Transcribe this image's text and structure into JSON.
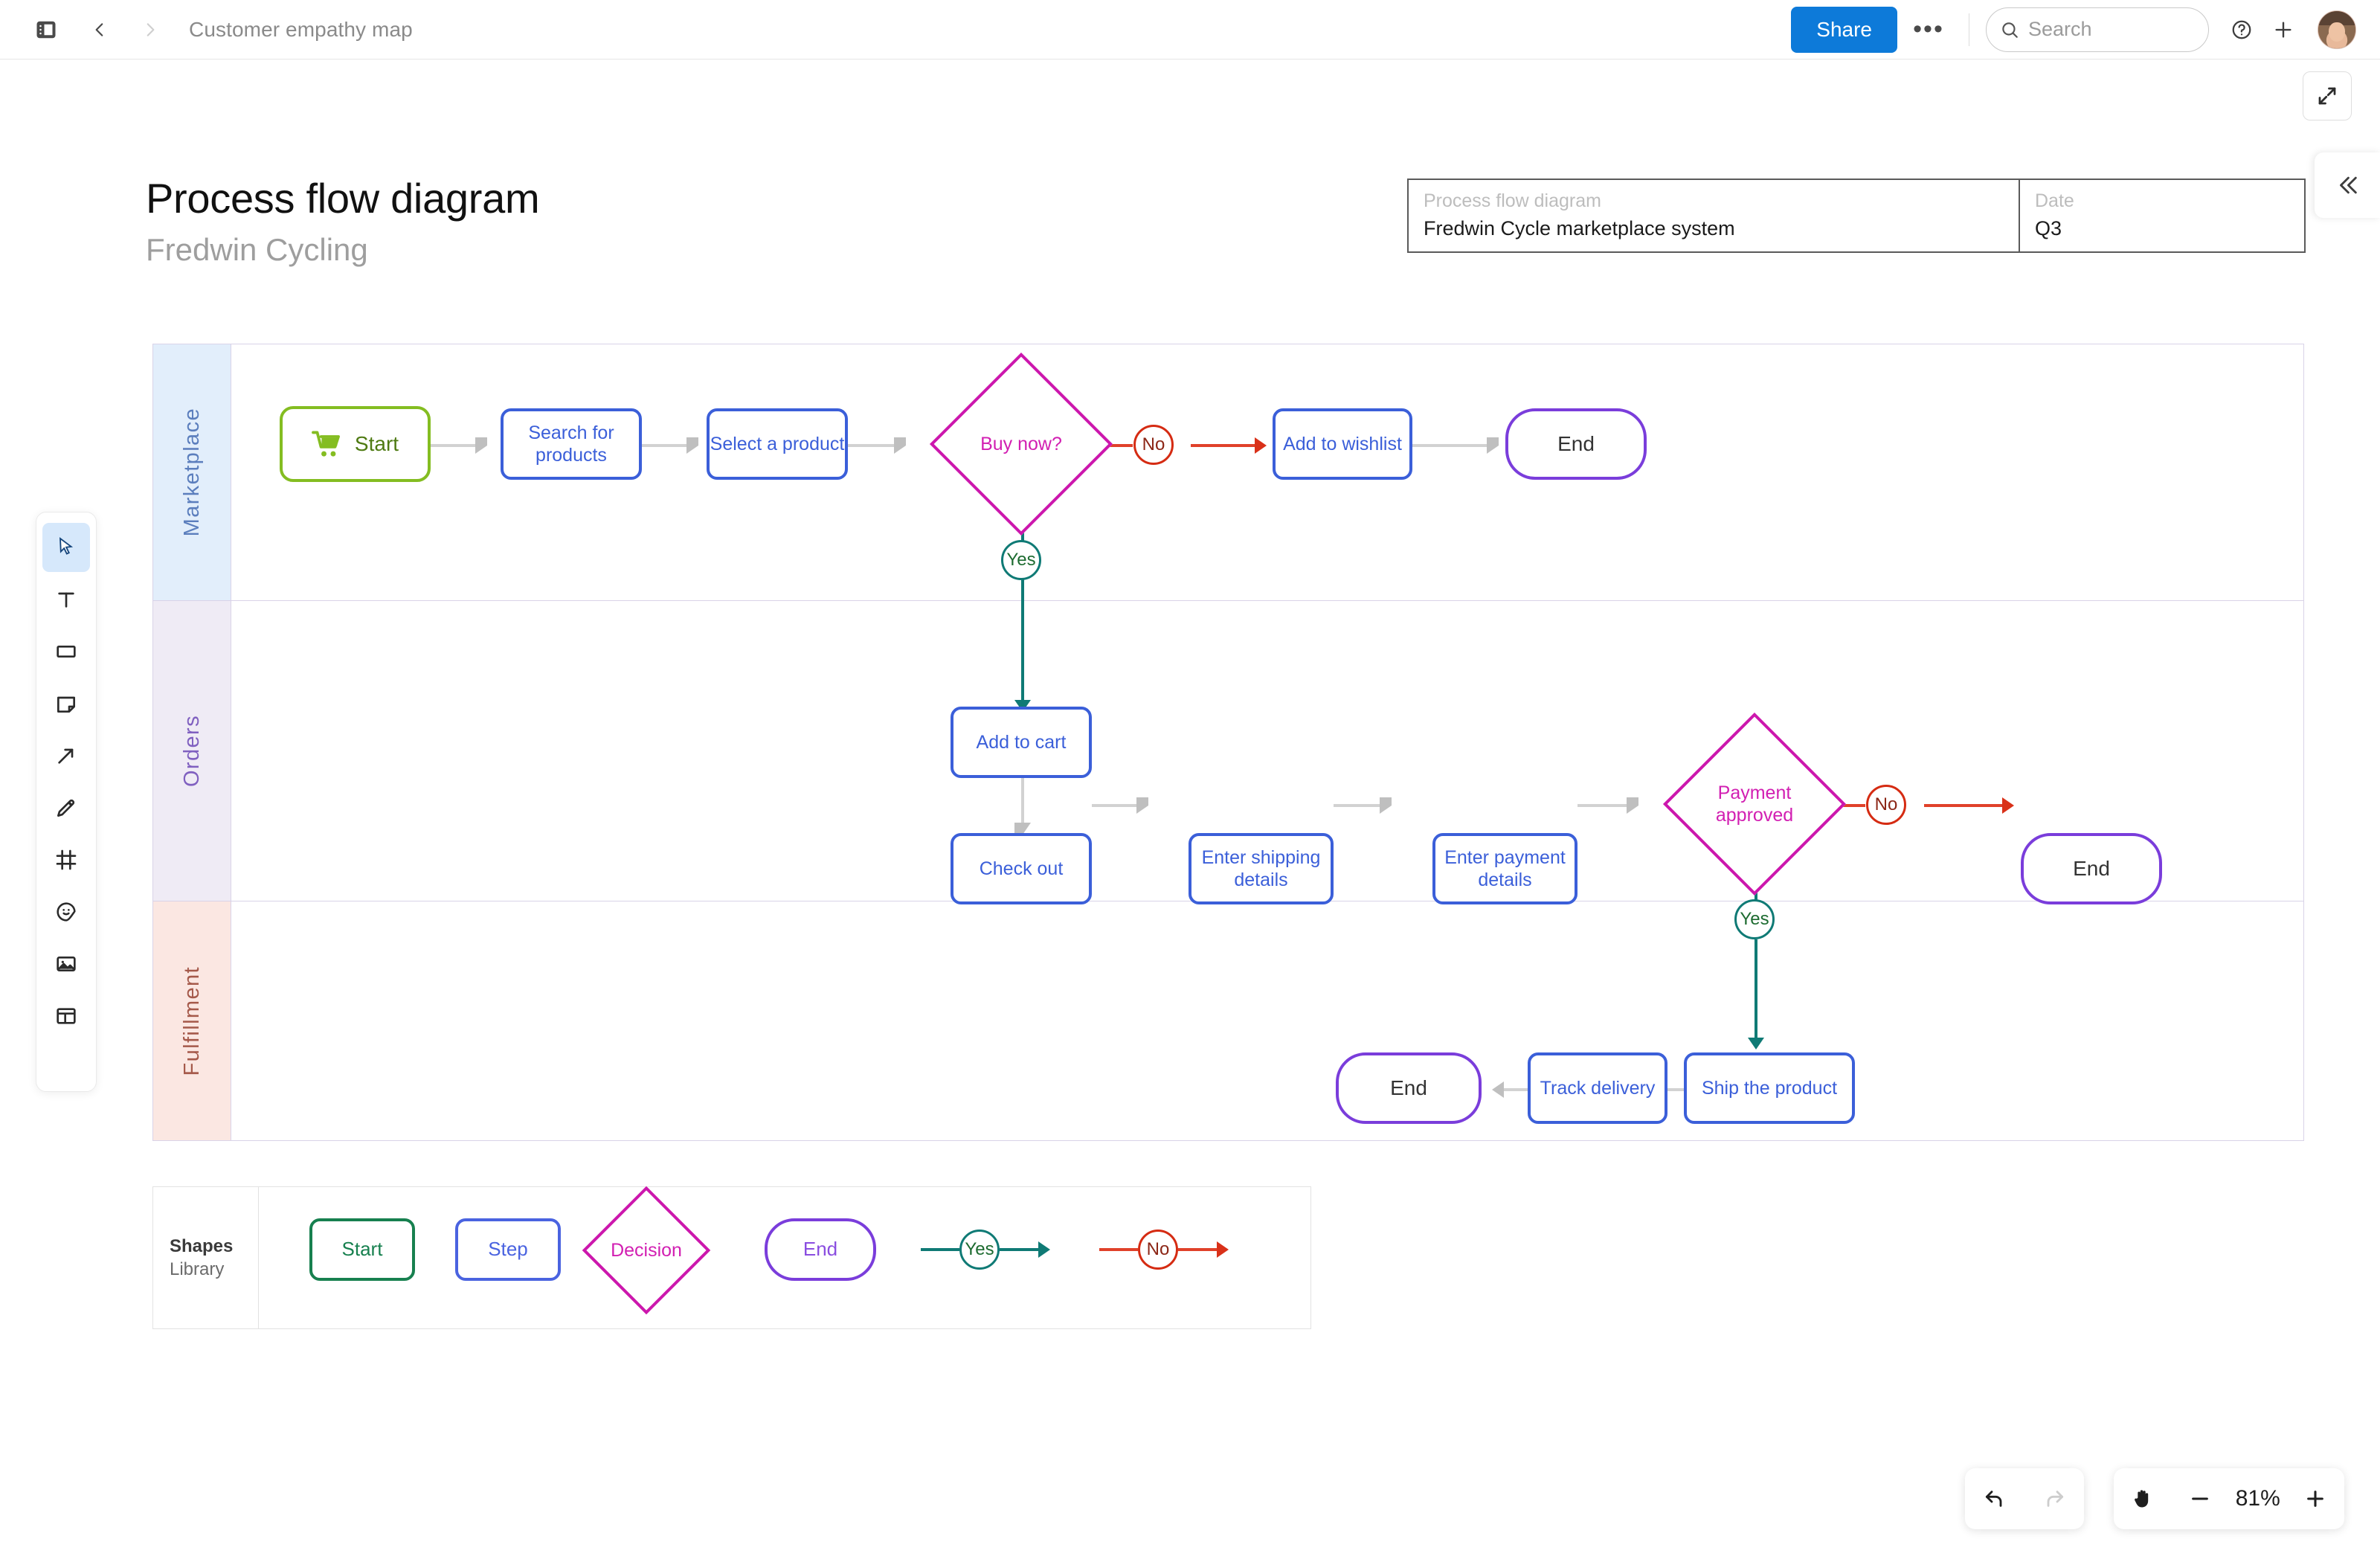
{
  "topbar": {
    "sidebar_toggle_icon": "sidebar-panel-icon",
    "back_icon": "chevron-left-icon",
    "forward_icon": "chevron-right-icon",
    "breadcrumb": "Customer empathy map",
    "share_label": "Share",
    "more_icon": "ellipsis-icon",
    "search_placeholder": "Search",
    "search_icon": "search-icon",
    "help_icon": "help-circle-icon",
    "plus_icon": "plus-icon",
    "avatar_icon": "user-avatar"
  },
  "canvas_controls": {
    "fullscreen_icon": "expand-arrows-icon",
    "collapse_panel_icon": "chevron-double-left-icon"
  },
  "toolbar": {
    "items": [
      {
        "name": "select-tool",
        "icon": "cursor-arrow-icon",
        "active": true
      },
      {
        "name": "text-tool",
        "icon": "text-t-icon",
        "active": false
      },
      {
        "name": "shape-tool",
        "icon": "rectangle-icon",
        "active": false
      },
      {
        "name": "sticky-tool",
        "icon": "sticky-note-icon",
        "active": false
      },
      {
        "name": "connector-tool",
        "icon": "arrow-diagonal-icon",
        "active": false
      },
      {
        "name": "pen-tool",
        "icon": "pencil-icon",
        "active": false
      },
      {
        "name": "frame-tool",
        "icon": "frame-icon",
        "active": false
      },
      {
        "name": "sticker-tool",
        "icon": "emoji-sticker-icon",
        "active": false
      },
      {
        "name": "image-tool",
        "icon": "image-icon",
        "active": false
      },
      {
        "name": "template-tool",
        "icon": "layout-template-icon",
        "active": false
      }
    ]
  },
  "document": {
    "title": "Process flow diagram",
    "subtitle": "Fredwin Cycling",
    "info_table": {
      "name_label": "Process flow diagram",
      "name_value": "Fredwin Cycle marketplace system",
      "date_label": "Date",
      "date_value": "Q3"
    }
  },
  "diagram": {
    "lanes": [
      {
        "name": "Marketplace",
        "band_color": "#e2eefb",
        "text_color": "#5b7ebd"
      },
      {
        "name": "Orders",
        "band_color": "#efebf5",
        "text_color": "#8060c0"
      },
      {
        "name": "Fulfillment",
        "band_color": "#fbe7e2",
        "text_color": "#a5594a"
      }
    ],
    "nodes": {
      "start": "Start",
      "search_for_products": "Search for products",
      "select_a_product": "Select a product",
      "buy_now": "Buy now?",
      "add_to_wishlist": "Add to wishlist",
      "end_wishlist": "End",
      "add_to_cart": "Add to cart",
      "check_out": "Check out",
      "enter_shipping_details": "Enter shipping details",
      "enter_payment_details": "Enter payment details",
      "payment_approved": "Payment approved",
      "end_payment": "End",
      "ship_the_product": "Ship the product",
      "track_delivery": "Track delivery",
      "end_delivery": "End"
    },
    "badges": {
      "buy_now_yes": "Yes",
      "buy_now_no": "No",
      "payment_yes": "Yes",
      "payment_no": "No"
    }
  },
  "legend": {
    "title": "Shapes",
    "subtitle": "Library",
    "items": {
      "start": "Start",
      "step": "Step",
      "decision": "Decision",
      "end": "End",
      "yes": "Yes",
      "no": "No"
    }
  },
  "bottom_controls": {
    "undo_icon": "undo-arrow-icon",
    "redo_icon": "redo-arrow-icon",
    "hand_icon": "hand-pan-icon",
    "zoom_out_icon": "minus-icon",
    "zoom_level": "81%",
    "zoom_in_icon": "plus-icon"
  },
  "colors": {
    "accent": "#0d7ad9",
    "step": "#3b5fd9",
    "start": "#84bd21",
    "decision": "#cc17ad",
    "end": "#7a3ddb",
    "yes": "#0f7a75",
    "no": "#d52b12",
    "connector": "#d2d2d2"
  }
}
